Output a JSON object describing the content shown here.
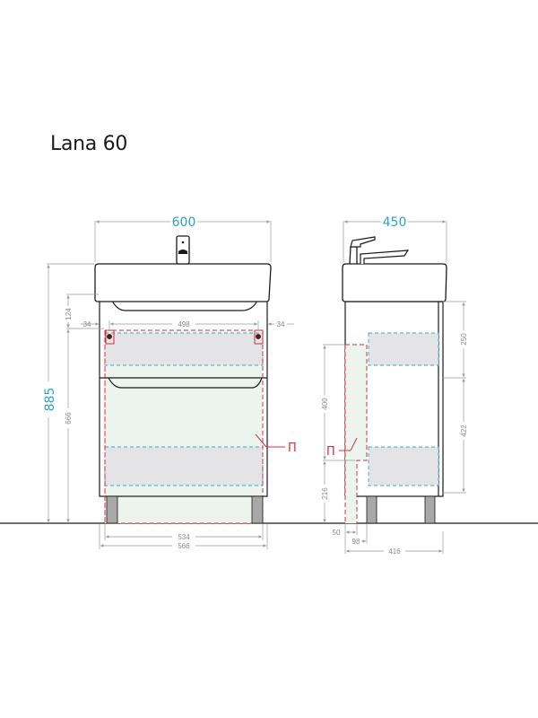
{
  "title": "Lana 60",
  "colors": {
    "outline": "#1a1a1a",
    "dimension_line": "#9a9a9a",
    "main_dimension": "#2aa3c8",
    "drawer_zone_fill": "#e4e4e6",
    "drawer_zone_stroke": "#3aa8c8",
    "pipe_zone_fill": "#ecf4ee",
    "pipe_zone_stroke": "#d3303a",
    "leg_fill": "#a8a8a8"
  },
  "front_view": {
    "overall_width": "600",
    "overall_height": "885",
    "top_offset": "124",
    "body_height": "666",
    "side_margin_left": "34",
    "mount_spacing": "498",
    "side_margin_right": "34",
    "inner_width": "534",
    "outer_width": "566",
    "pipe_zone_label": "П"
  },
  "side_view": {
    "overall_depth": "450",
    "upper_drawer_height": "250",
    "lower_drawer_height": "422",
    "pipe_zone_height": "400",
    "pipe_zone_bottom": "216",
    "pipe_zone_depth": "50",
    "pipe_offset": "98",
    "body_depth": "416",
    "pipe_zone_label": "П"
  }
}
